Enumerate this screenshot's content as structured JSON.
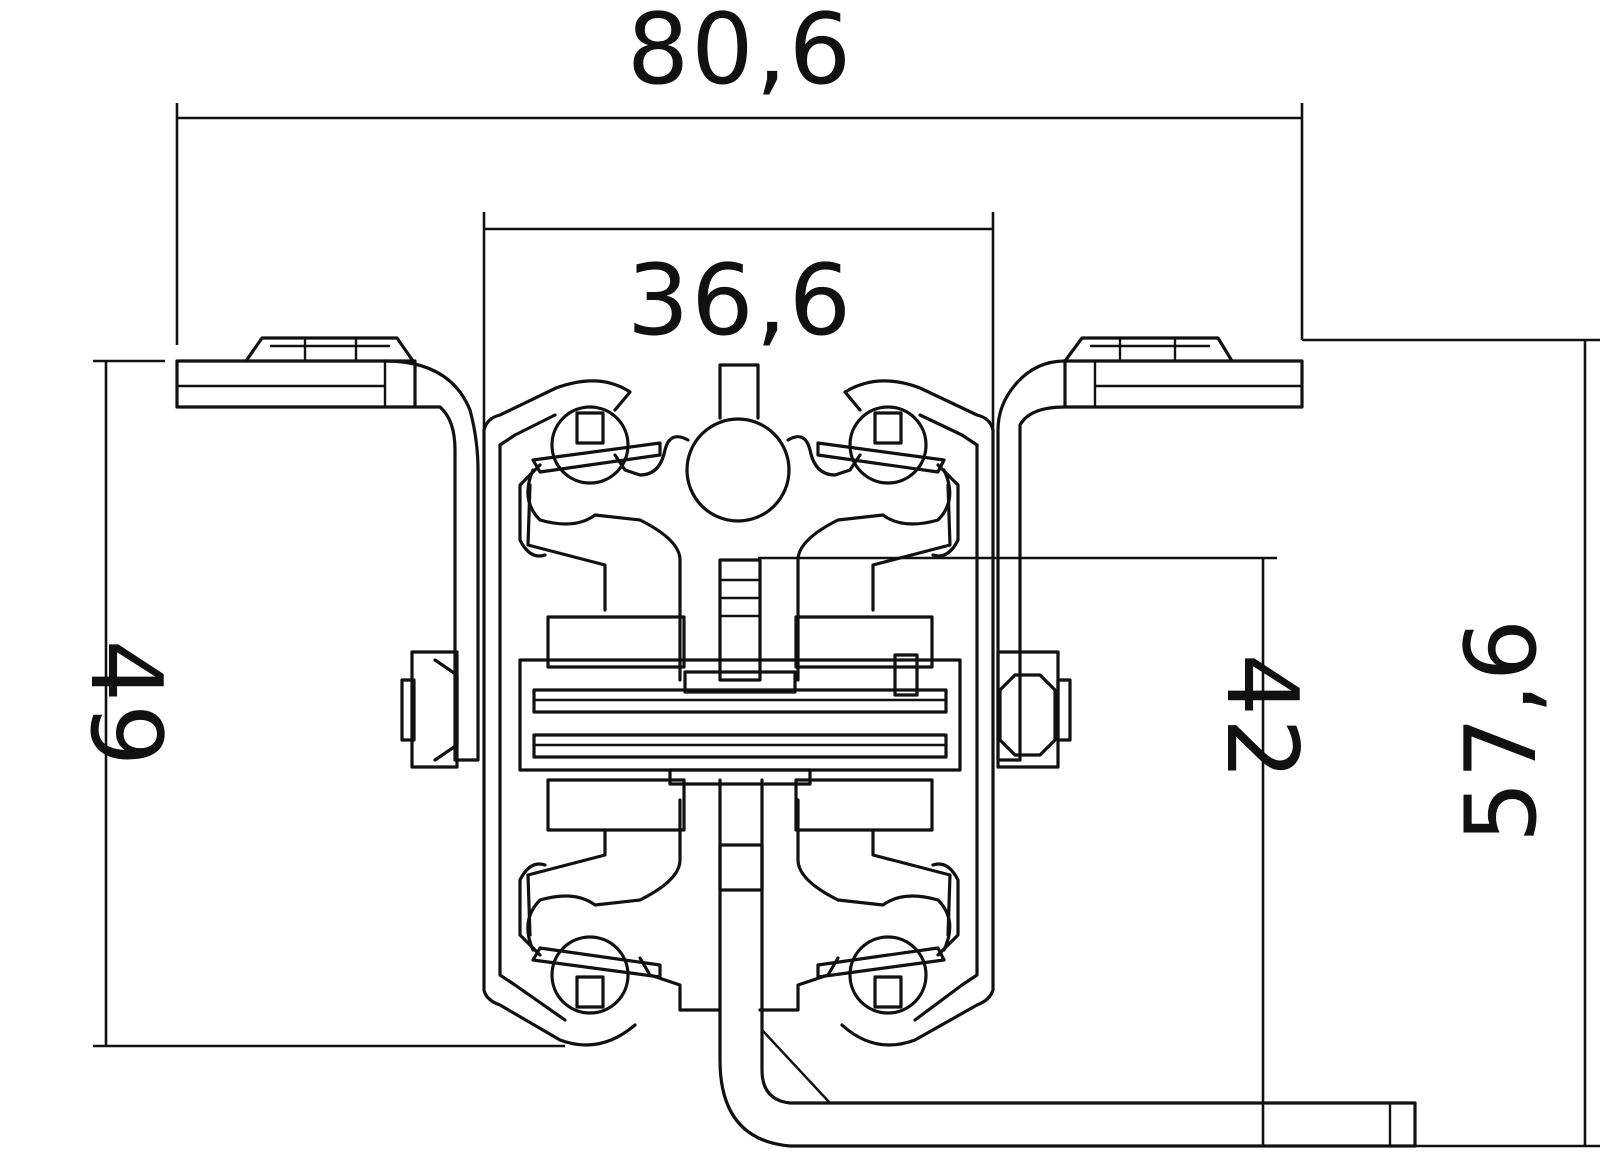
{
  "drawing": {
    "subject": "concealed hinge, top view",
    "dimensions": {
      "overall_width": "80,6",
      "body_width": "36,6",
      "left_height": "49",
      "inner_height": "42",
      "right_height": "57,6"
    }
  }
}
